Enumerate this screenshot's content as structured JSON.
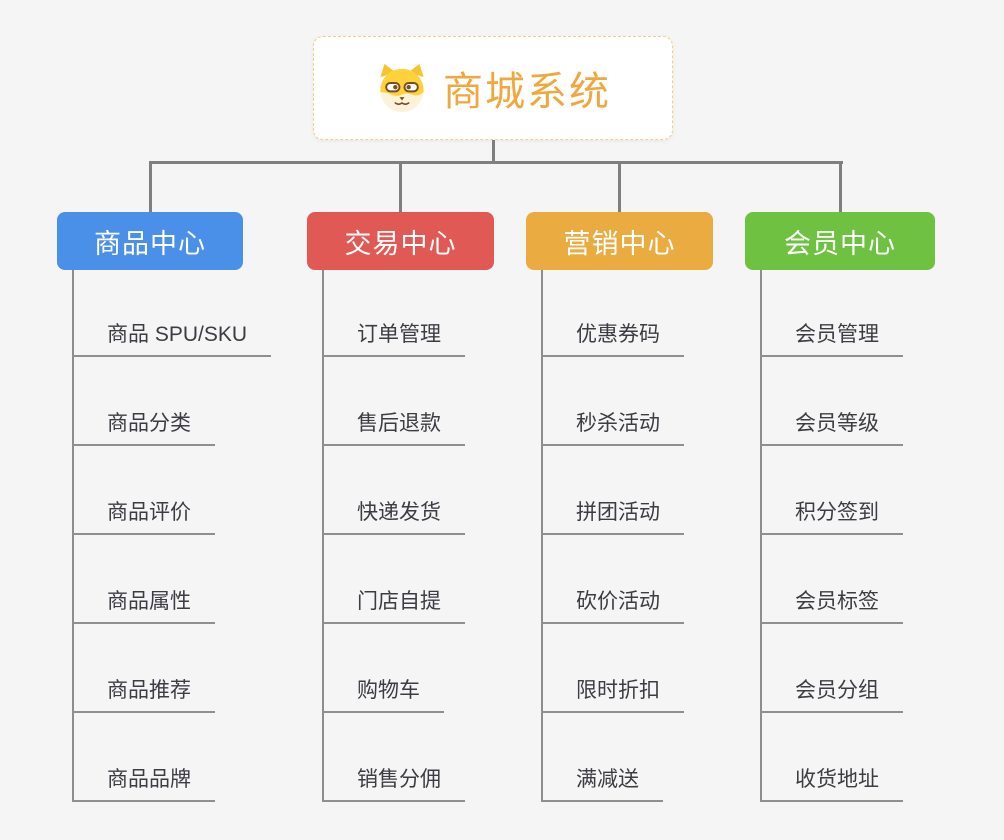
{
  "root": {
    "title": "商城系统",
    "icon": "dog-face-icon",
    "text_color": "#efa73e",
    "border_color": "#f6cc86"
  },
  "connector_color": "#7f7f7f",
  "branches": [
    {
      "label": "商品中心",
      "color": "#4a8fe8",
      "items": [
        "商品 SPU/SKU",
        "商品分类",
        "商品评价",
        "商品属性",
        "商品推荐",
        "商品品牌"
      ]
    },
    {
      "label": "交易中心",
      "color": "#e15955",
      "items": [
        "订单管理",
        "售后退款",
        "快递发货",
        "门店自提",
        "购物车",
        "销售分佣"
      ]
    },
    {
      "label": "营销中心",
      "color": "#eaab40",
      "items": [
        "优惠券码",
        "秒杀活动",
        "拼团活动",
        "砍价活动",
        "限时折扣",
        "满减送"
      ]
    },
    {
      "label": "会员中心",
      "color": "#6fc142",
      "items": [
        "会员管理",
        "会员等级",
        "积分签到",
        "会员标签",
        "会员分组",
        "收货地址"
      ]
    }
  ]
}
